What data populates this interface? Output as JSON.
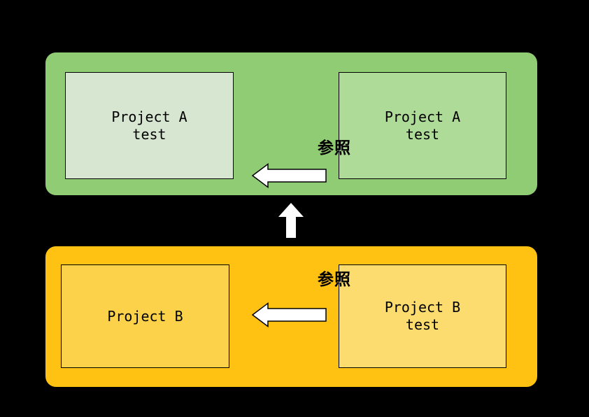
{
  "canvas": {
    "background_color": "#000000"
  },
  "diagram": {
    "groups": [
      {
        "id": "project-a-group",
        "fill": "#90CC74",
        "left_box": {
          "text": "Project A\ntest",
          "fill": "#D7E6D1",
          "border_color": "#000000"
        },
        "right_box": {
          "text": "Project A\ntest",
          "fill": "#AEDB98",
          "border_color": "#000000"
        },
        "arrow_label": "参照",
        "arrow_direction": "left",
        "arrow_fill": "#FFFFFF"
      },
      {
        "id": "project-b-group",
        "fill": "#FFC112",
        "left_box": {
          "text": "Project B",
          "fill": "#FCD24B",
          "border_color": "#000000"
        },
        "right_box": {
          "text": "Project B\ntest",
          "fill": "#FCDB6F",
          "border_color": "#000000"
        },
        "arrow_label": "参照",
        "arrow_direction": "left",
        "arrow_fill": "#FFFFFF"
      }
    ],
    "connector": {
      "direction": "up",
      "fill": "#FFFFFF"
    }
  }
}
